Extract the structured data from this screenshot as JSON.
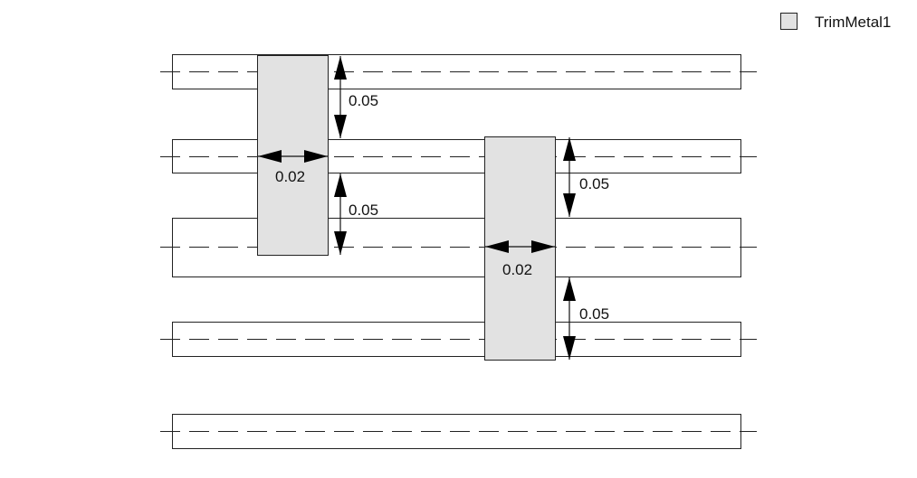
{
  "legend": {
    "label": "TrimMetal1",
    "color": "#e2e2e2"
  },
  "dimensions": {
    "trim1_top_spacing": "0.05",
    "trim1_width": "0.02",
    "trim1_bottom_spacing": "0.05",
    "trim2_top_spacing": "0.05",
    "trim2_width": "0.02",
    "trim2_bottom_spacing": "0.05"
  }
}
